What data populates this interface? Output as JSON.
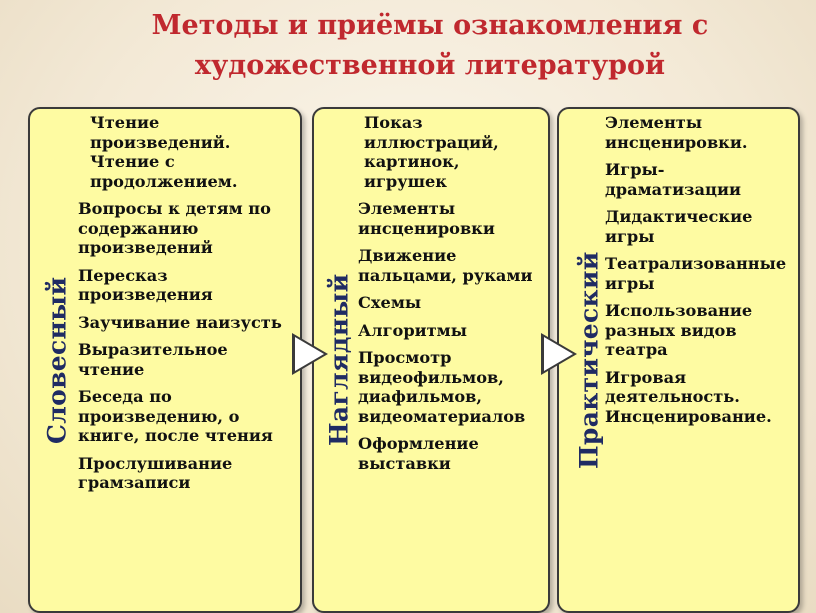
{
  "title": {
    "line1": "Методы и приёмы ознакомления с",
    "line2": "художественной литературой"
  },
  "columns": [
    {
      "label": "Словесный",
      "items": [
        "Чтение произведений. Чтение с продолжением.",
        "Вопросы к детям по содержанию произведений",
        "Пересказ произведения",
        "Заучивание наизусть",
        "Выразительное чтение",
        "Беседа по произведению, о книге, после чтения",
        "Прослушивание грамзаписи"
      ]
    },
    {
      "label": "Наглядный",
      "items": [
        "Показ иллюстраций, картинок, игрушек",
        "Элементы инсценировки",
        "Движение пальцами, руками",
        "Схемы",
        "Алгоритмы",
        "Просмотр видеофильмов, диафильмов, видеоматериалов",
        "Оформление выставки"
      ]
    },
    {
      "label": "Практический",
      "items": [
        "Элементы инсценировки.",
        "Игры-драматизации",
        "Дидактические игры",
        "Театрализованные игры",
        "Использование разных видов театра",
        "Игровая деятельность. Инсценирование."
      ]
    }
  ],
  "colors": {
    "title": "#c0282e",
    "label": "#1f2b63",
    "box_fill": "#fefba2",
    "arrow_fill": "#ffffff"
  }
}
